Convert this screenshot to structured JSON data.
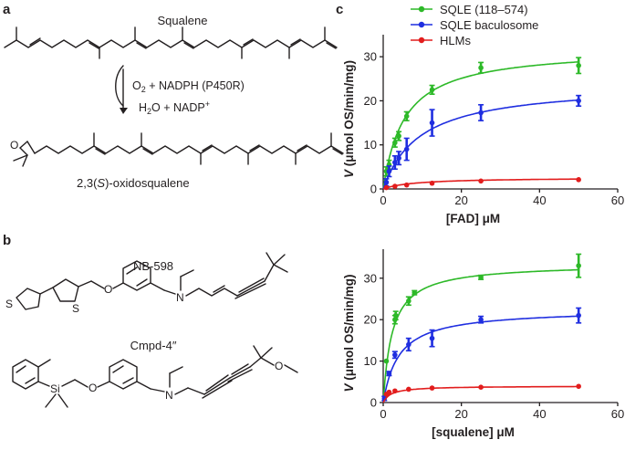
{
  "panels": {
    "a": {
      "letter": "a",
      "substrate": "Squalene",
      "reagent_top": [
        "O",
        "2",
        " + NADPH (P450R)"
      ],
      "reagent_bottom": [
        "H",
        "2",
        "O + NADP",
        "+"
      ],
      "product": [
        "2,3(",
        "S",
        ")-oxidosqualene"
      ]
    },
    "b": {
      "letter": "b",
      "compound1": "NB-598",
      "compound2": "Cmpd-4″",
      "atoms": {
        "S": "S",
        "O": "O",
        "N": "N",
        "Si": "Si"
      }
    },
    "c": {
      "letter": "c"
    }
  },
  "colors": {
    "green": "#2db928",
    "blue": "#1f2ee0",
    "red": "#e21d1d",
    "axis": "#231f20"
  },
  "chart_data": [
    {
      "type": "scatter",
      "fit": "michaelis-menten",
      "xlabel": "[FAD] μM",
      "ylabel": "V (μmol OS/min/mg)",
      "xlim": [
        0,
        60
      ],
      "ylim": [
        0,
        35
      ],
      "xticks": [
        0,
        20,
        40,
        60
      ],
      "yticks": [
        0,
        10,
        20,
        30
      ],
      "legend_position": "top-right",
      "series": [
        {
          "name": "SQLE (118–574)",
          "color": "#2db928",
          "vmax": 32,
          "km": 5.5,
          "points": [
            [
              0.8,
              4
            ],
            [
              1.5,
              5.5
            ],
            [
              3,
              10.5
            ],
            [
              4,
              12
            ],
            [
              6,
              16.5
            ],
            [
              12.5,
              22.5
            ],
            [
              25,
              27.5
            ],
            [
              50,
              28
            ]
          ],
          "errors": [
            1,
            1,
            1,
            1,
            1,
            1,
            1.2,
            1.8
          ]
        },
        {
          "name": "SQLE baculosome",
          "color": "#1f2ee0",
          "vmax": 24,
          "km": 9.5,
          "points": [
            [
              0.8,
              1.5
            ],
            [
              1.5,
              4
            ],
            [
              3,
              6
            ],
            [
              4,
              7
            ],
            [
              6,
              9
            ],
            [
              12.5,
              15
            ],
            [
              25,
              17.3
            ],
            [
              50,
              20
            ]
          ],
          "errors": [
            0.8,
            1.2,
            1.5,
            1.5,
            2.5,
            3,
            1.8,
            1.2
          ]
        },
        {
          "name": "HLMs",
          "color": "#e21d1d",
          "vmax": 2.6,
          "km": 8,
          "points": [
            [
              0.8,
              0.3
            ],
            [
              3,
              0.6
            ],
            [
              6,
              0.9
            ],
            [
              12.5,
              1.3
            ],
            [
              25,
              1.8
            ],
            [
              50,
              2.1
            ]
          ],
          "errors": [
            0,
            0,
            0,
            0,
            0,
            0
          ]
        }
      ]
    },
    {
      "type": "scatter",
      "fit": "michaelis-menten",
      "xlabel": "[squalene] μM",
      "ylabel": "V (μmol OS/min/mg)",
      "xlim": [
        0,
        60
      ],
      "ylim": [
        0,
        37
      ],
      "xticks": [
        0,
        20,
        40,
        60
      ],
      "yticks": [
        0,
        10,
        20,
        30
      ],
      "series": [
        {
          "name": "SQLE (118–574)",
          "color": "#2db928",
          "vmax": 33.5,
          "km": 2.3,
          "points": [
            [
              0.8,
              10
            ],
            [
              3,
              20
            ],
            [
              3.2,
              21
            ],
            [
              6.5,
              24.5
            ],
            [
              8,
              26.5
            ],
            [
              25,
              30.2
            ],
            [
              50,
              33
            ]
          ],
          "errors": [
            0,
            1,
            1,
            1,
            0.5,
            0.5,
            2.8
          ]
        },
        {
          "name": "SQLE baculosome",
          "color": "#1f2ee0",
          "vmax": 22.5,
          "km": 4,
          "points": [
            [
              0.3,
              1
            ],
            [
              1.5,
              7
            ],
            [
              3,
              11.5
            ],
            [
              6.5,
              14
            ],
            [
              12.5,
              15.5
            ],
            [
              25,
              20
            ],
            [
              50,
              21
            ]
          ],
          "errors": [
            0.5,
            0.5,
            0.8,
            1.5,
            2,
            0.8,
            1.8
          ]
        },
        {
          "name": "HLMs",
          "color": "#e21d1d",
          "vmax": 4,
          "km": 2,
          "points": [
            [
              0.8,
              2
            ],
            [
              1.5,
              2.5
            ],
            [
              3,
              2.8
            ],
            [
              6.5,
              3.2
            ],
            [
              12.5,
              3.5
            ],
            [
              25,
              3.7
            ],
            [
              50,
              3.9
            ]
          ],
          "errors": [
            0,
            0,
            0,
            0,
            0,
            0,
            0
          ]
        }
      ]
    }
  ]
}
